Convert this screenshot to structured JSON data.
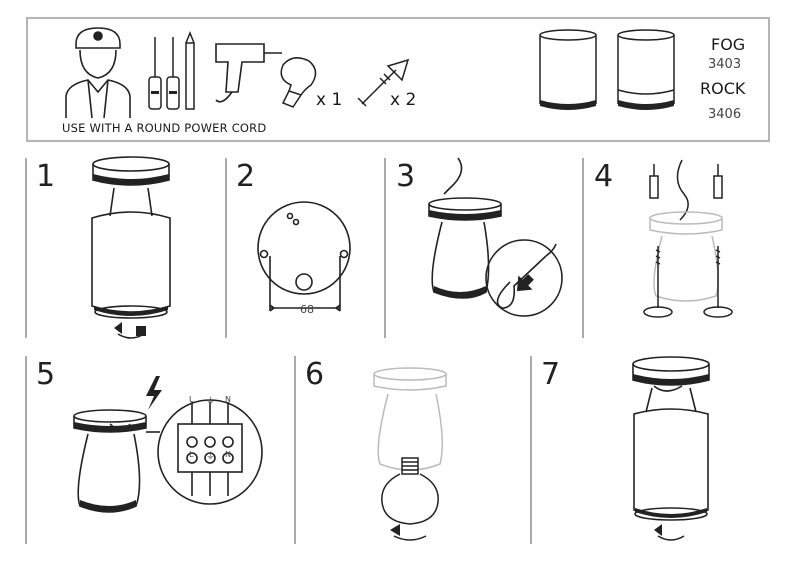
{
  "header": {
    "note": "USE WITH A ROUND POWER CORD",
    "bulb_qty": "x 1",
    "anchor_qty": "x 2",
    "models": [
      {
        "name": "FOG",
        "code": "3403"
      },
      {
        "name": "ROCK",
        "code": "3406"
      }
    ],
    "icons": [
      "installer-icon",
      "screwdrivers-icon",
      "drill-icon",
      "bulb-icon",
      "wall-anchor-icon",
      "fog-fixture-icon",
      "rock-fixture-icon"
    ]
  },
  "steps": [
    {
      "number": "1"
    },
    {
      "number": "2",
      "dimension": "68"
    },
    {
      "number": "3"
    },
    {
      "number": "4"
    },
    {
      "number": "5",
      "terminal_labels_top": [
        "L",
        "⏚",
        "N"
      ],
      "terminal_labels_bottom": [
        "L",
        "⏚",
        "N"
      ]
    },
    {
      "number": "6"
    },
    {
      "number": "7"
    }
  ]
}
